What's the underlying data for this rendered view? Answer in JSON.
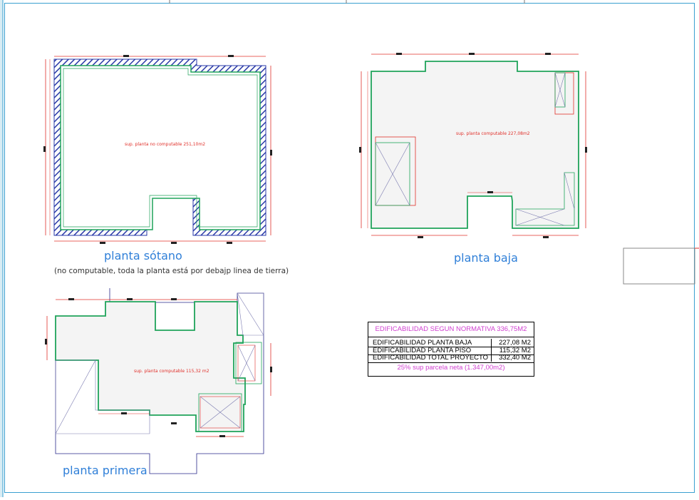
{
  "plans": {
    "sotano": {
      "title": "planta sótano",
      "note": "(no computable, toda la planta está por debajp linea de tierra)",
      "area": "sup. planta no computable 251,10m2"
    },
    "baja": {
      "title": "planta baja",
      "area": "sup. planta computable 227,08m2"
    },
    "primera": {
      "title": "planta primera",
      "area": "sup. planta computable 115,32 m2"
    }
  },
  "table": {
    "title": "EDIFICABILIDAD SEGUN NORMATIVA 336,75M2",
    "rows": [
      {
        "label": "EDIFICABILIDAD PLANTA BAJA",
        "value": "227,08 M2"
      },
      {
        "label": "EDIFICABILIDAD PLANTA PISO",
        "value": "115,32 M2"
      },
      {
        "label": "EDIFICABILIDAD TOTAL PROYECTO",
        "value": "332,40 M2"
      }
    ],
    "footer": "25% sup parcela neta (1.347,00m2)"
  },
  "colors": {
    "wall": "#1fa35a",
    "dimension": "#e0302a",
    "hatch": "#2a3aa8",
    "outline": "#2a2a8a",
    "label": "#2f7fd8",
    "table_accent": "#d040d0"
  }
}
